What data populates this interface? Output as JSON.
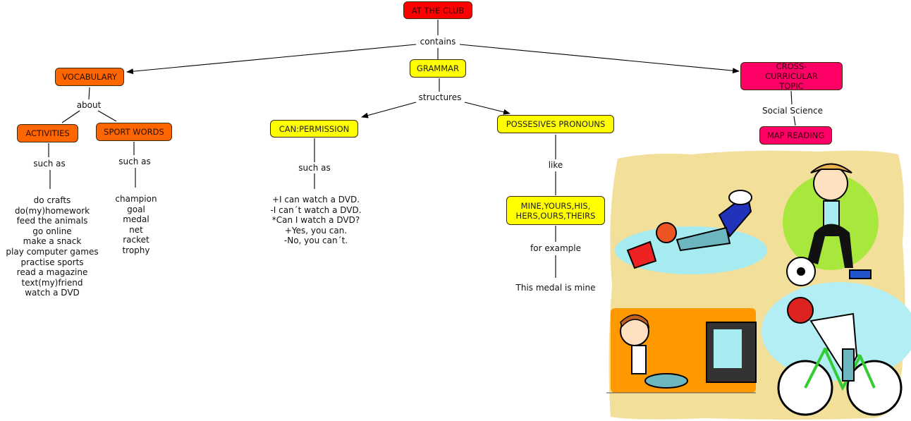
{
  "title": "Concept map: At the Club",
  "nodes": {
    "root": "AT THE CLUB",
    "vocabulary": "VOCABULARY",
    "grammar": "GRAMMAR",
    "cross_curricular": "CROSS-CURRICULAR TOPIC",
    "activities": "ACTIVITIES",
    "sport_words": "SPORT WORDS",
    "can_permission": "CAN:PERMISSION",
    "possessive_pronouns": "POSSESIVES PRONOUNS",
    "pronoun_list_line1": "MINE,YOURS,HIS,",
    "pronoun_list_line2": "HERS,OURS,THEIRS",
    "map_reading": "MAP READING"
  },
  "linking_phrases": {
    "contains": "contains",
    "about": "about",
    "activities_such_as": "such as",
    "sport_such_as": "such as",
    "structures": "structures",
    "can_such_as": "such as",
    "like": "like",
    "for_example": "for example",
    "social_science": "Social Science"
  },
  "lists": {
    "activities": [
      "do crafts",
      "do(my)homework",
      "feed the animals",
      "go online",
      "make a snack",
      "play computer games",
      "practise sports",
      "read a magazine",
      "text(my)friend",
      "watch a DVD"
    ],
    "sport_words": [
      "champion",
      "goal",
      "medal",
      "net",
      "racket",
      "trophy"
    ],
    "can_examples": [
      "+I can watch a DVD.",
      "-I can´t watch a DVD.",
      "*Can I watch a DVD?",
      "+Yes, you can.",
      "-No, you can´t."
    ],
    "pronoun_example": "This medal is mine"
  },
  "illustration": {
    "panels": [
      "boy-reading",
      "girl-football",
      "girl-watching-tv",
      "boy-cycling"
    ]
  },
  "colors": {
    "root": "#ff0000",
    "vocabulary_branch": "#ff6600",
    "grammar_branch": "#ffff00",
    "cross_curricular_branch": "#ff0066",
    "illustration_bg": "#f2df9a"
  }
}
